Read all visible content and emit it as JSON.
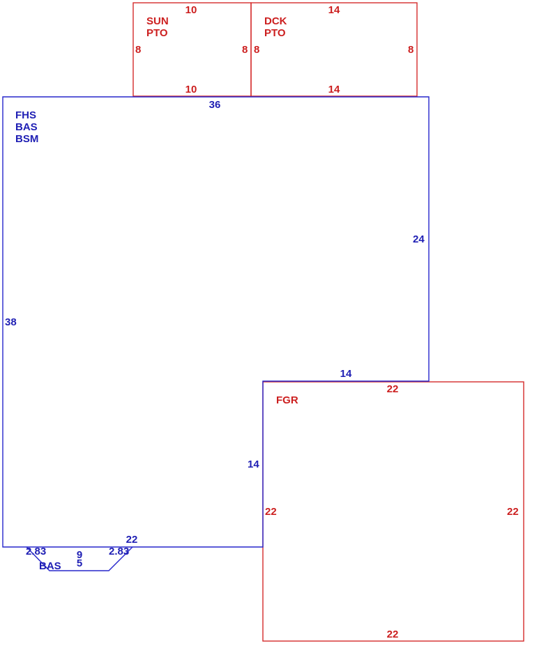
{
  "colors": {
    "main": "#2626cc",
    "addition": "#d42a2a"
  },
  "sun_porch": {
    "labels": [
      "SUN",
      "PTO"
    ],
    "dims": {
      "top": "10",
      "bottom": "10",
      "left": "8",
      "right": "8"
    }
  },
  "deck": {
    "labels": [
      "DCK",
      "PTO"
    ],
    "dims": {
      "top": "14",
      "bottom": "14",
      "left": "8",
      "right": "8"
    }
  },
  "main_house": {
    "labels": [
      "FHS",
      "BAS",
      "BSM"
    ],
    "dims": {
      "top": "36",
      "left": "38",
      "right": "24",
      "notch_top": "14",
      "notch_left": "14",
      "bottom": "22"
    }
  },
  "bay": {
    "label": "BAS",
    "dims": {
      "left_diag": "2.83",
      "right_diag": "2.83",
      "width": "9",
      "depth": "5"
    }
  },
  "garage": {
    "label": "FGR",
    "dims": {
      "top": "22",
      "bottom": "22",
      "left": "22",
      "right": "22"
    }
  }
}
